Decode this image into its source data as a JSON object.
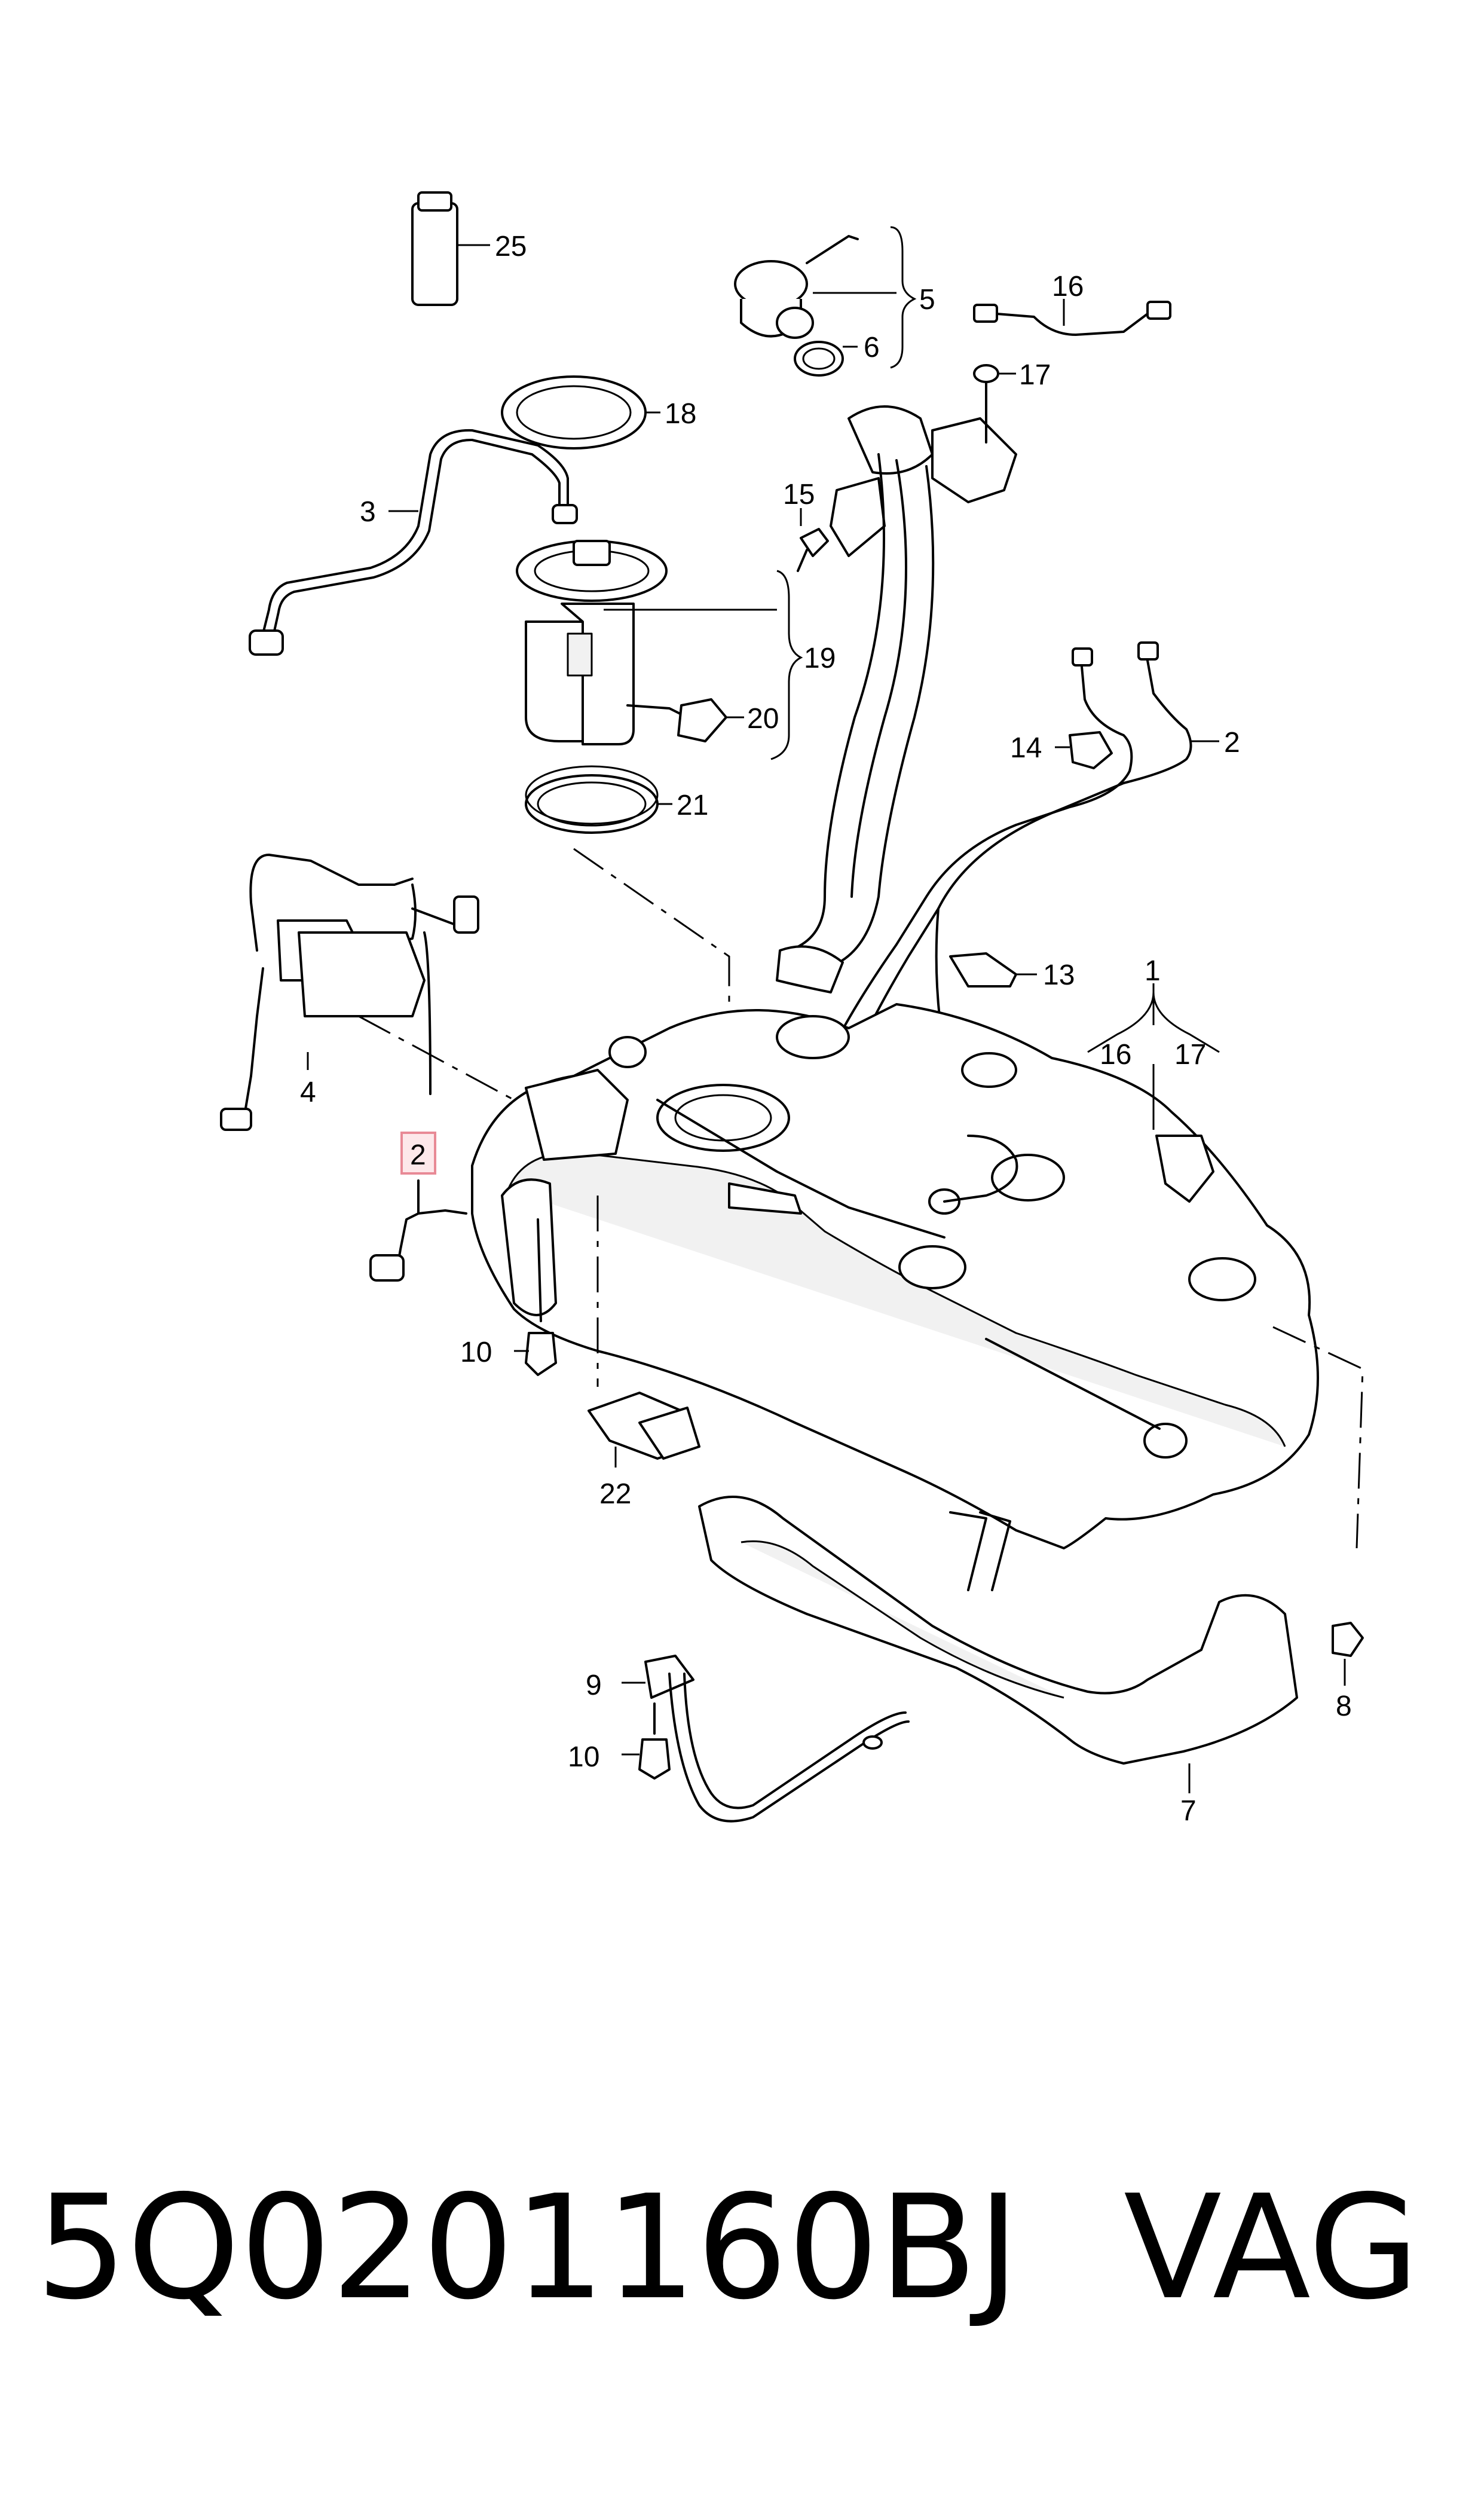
{
  "labels": {
    "l1": "1",
    "l2": "2",
    "l2hl": "2",
    "l3": "3",
    "l4": "4",
    "l5": "5",
    "l6": "6",
    "l7": "7",
    "l8": "8",
    "l9": "9",
    "l10a": "10",
    "l10b": "10",
    "l13": "13",
    "l14": "14",
    "l15": "15",
    "l16a": "16",
    "l16b": "16",
    "l17a": "17",
    "l17b": "17",
    "l18": "18",
    "l19": "19",
    "l20": "20",
    "l21": "21",
    "l22": "22",
    "l25": "25"
  },
  "footer": {
    "part_number": "5Q0201160BJ",
    "brand": "VAG"
  },
  "colors": {
    "highlight_fill": "#fde8ea",
    "highlight_stroke": "#e88a96",
    "ink": "#000000"
  }
}
